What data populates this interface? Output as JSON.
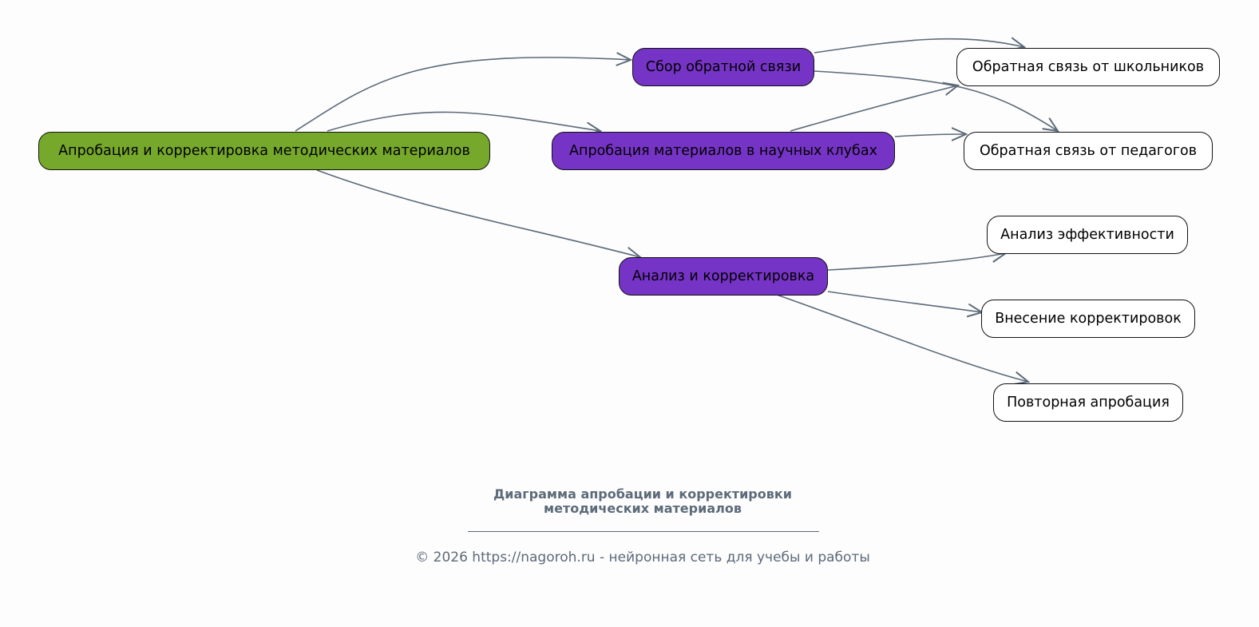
{
  "colors": {
    "edge": "#5c6a79",
    "root_fill": "#76a82b",
    "stage_fill": "#7634c6",
    "leaf_fill": "#ffffff",
    "caption": "#5c6a79"
  },
  "nodes": {
    "root": "Апробация и корректировка методических материалов",
    "feedback": "Сбор обратной связи",
    "approbation": "Апробация материалов в научных клубах",
    "analysis": "Анализ и корректировка",
    "students": "Обратная связь от школьников",
    "teachers": "Обратная связь от педагогов",
    "effectiveness": "Анализ эффективности",
    "corrections": "Внесение корректировок",
    "repeat": "Повторная апробация"
  },
  "edges": [
    {
      "from": "root",
      "to": "feedback"
    },
    {
      "from": "root",
      "to": "approbation"
    },
    {
      "from": "root",
      "to": "analysis"
    },
    {
      "from": "feedback",
      "to": "students"
    },
    {
      "from": "feedback",
      "to": "teachers"
    },
    {
      "from": "approbation",
      "to": "students"
    },
    {
      "from": "approbation",
      "to": "teachers"
    },
    {
      "from": "analysis",
      "to": "effectiveness"
    },
    {
      "from": "analysis",
      "to": "corrections"
    },
    {
      "from": "analysis",
      "to": "repeat"
    }
  ],
  "caption": {
    "title_line1": "Диаграмма апробации и корректировки",
    "title_line2": "методических материалов",
    "copyright": "© 2026 https://nagoroh.ru - нейронная сеть для учебы и работы"
  }
}
